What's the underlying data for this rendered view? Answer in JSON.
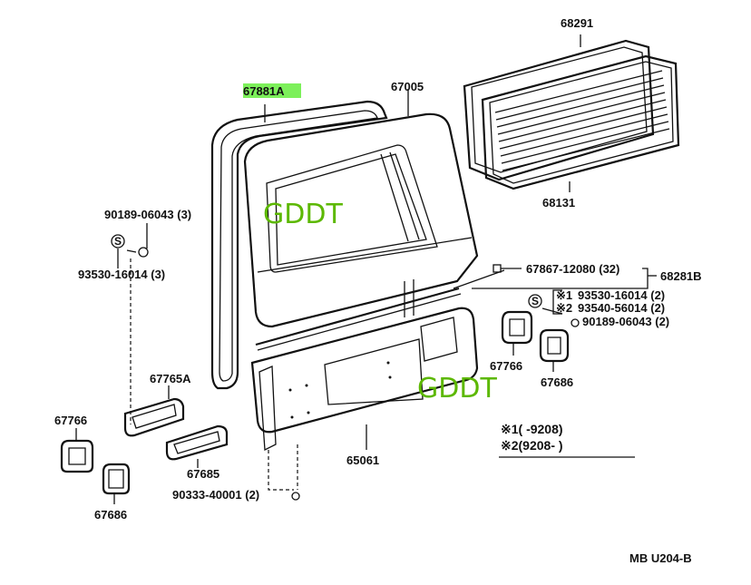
{
  "parts": {
    "p68291": "68291",
    "p67881A": "67881A",
    "p67005": "67005",
    "p68131": "68131",
    "p90189_06043_l": "90189-06043 (3)",
    "p93530_16014_l": "93530-16014 (3)",
    "p67867_12080": "67867-12080 (32)",
    "p68281B": "68281B",
    "p93530_16014_r": "93530-16014 (2)",
    "p93540_56014_r": "93540-56014 (2)",
    "p90189_06043_r": "90189-06043 (2)",
    "p67766_r": "67766",
    "p67686_r": "67686",
    "p67765A": "67765A",
    "p67766_l": "67766",
    "p67685": "67685",
    "p65061": "65061",
    "p67686_l": "67686",
    "p90333_40001": "90333-40001 (2)"
  },
  "markers": {
    "s_symbol_left": "S",
    "s_symbol_right": "S",
    "star1_short": "※1",
    "star2_short": "※2"
  },
  "legend": {
    "row1": "※1(      -9208)",
    "row2": "※2(9208-       )"
  },
  "watermarks": [
    "GDDT",
    "GDDT"
  ],
  "figure_code": "MB U204-B",
  "colors": {
    "highlight": "#7cf05a",
    "watermark": "#5cb800"
  }
}
